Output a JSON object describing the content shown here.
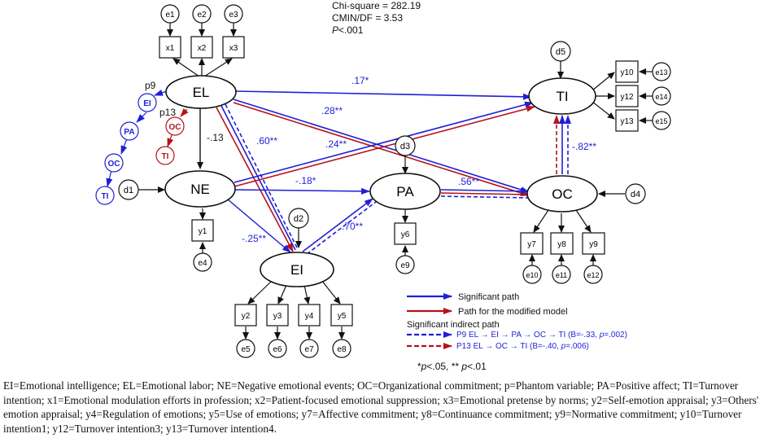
{
  "fit": {
    "chi_square": "Chi-square = 282.19",
    "cmin_df": "CMIN/DF = 3.53",
    "p": "<.001"
  },
  "latent": {
    "el": "EL",
    "ne": "NE",
    "ei": "EI",
    "pa": "PA",
    "oc": "OC",
    "ti": "TI"
  },
  "indicators": {
    "x1": "x1",
    "x2": "x2",
    "x3": "x3",
    "y1": "y1",
    "y2": "y2",
    "y3": "y3",
    "y4": "y4",
    "y5": "y5",
    "y6": "y6",
    "y7": "y7",
    "y8": "y8",
    "y9": "y9",
    "y10": "y10",
    "y12": "y12",
    "y13": "y13"
  },
  "errors": {
    "e1": "e1",
    "e2": "e2",
    "e3": "e3",
    "e4": "e4",
    "e5": "e5",
    "e6": "e6",
    "e7": "e7",
    "e8": "e8",
    "e9": "e9",
    "e10": "e10",
    "e11": "e11",
    "e12": "e12",
    "e13": "e13",
    "e14": "e14",
    "e15": "e15"
  },
  "disturbances": {
    "d1": "d1",
    "d2": "d2",
    "d3": "d3",
    "d4": "d4",
    "d5": "d5"
  },
  "phantom": {
    "p9_label": "p9",
    "p9_nodes": [
      "EI",
      "PA",
      "OC",
      "TI"
    ],
    "p13_label": "p13",
    "p13_nodes": [
      "OC",
      "TI"
    ]
  },
  "coefficients": {
    "el_ti": ".17*",
    "el_oc": ".28**",
    "el_ne": "-.13",
    "el_ei": ".60**",
    "ne_ti": ".24**",
    "ne_pa": "-.18*",
    "ne_ei": "-.25**",
    "ei_pa": ".70**",
    "pa_oc": ".56**",
    "oc_ti": "-.82**"
  },
  "legend": {
    "significant": "Significant path",
    "modified": "Path for the modified model",
    "indirect_title": "Significant indirect path",
    "p9_prefix": "P9  EL → EI → PA → OC → TI (B=-.33, ",
    "p9_p": "p",
    "p9_suffix": "=.002)",
    "p13_prefix": "P13 EL → OC → TI (B=-.40, ",
    "p13_p": "p",
    "p13_suffix": "=.006)",
    "sig_a": "*",
    "sig_b": "p",
    "sig_c": "<.05, ** ",
    "sig_d": "p",
    "sig_e": "<.01"
  },
  "caption": "EI=Emotional intelligence; EL=Emotional labor; NE=Negative emotional events; OC=Organizational commitment; p=Phantom variable; PA=Positive affect; TI=Turnover intention;  x1=Emotional modulation efforts in profession; x2=Patient-focused emotional suppression; x3=Emotional pretense by norms; y2=Self-emotion appraisal; y3=Others' emotion appraisal; y4=Regulation of emotions; y5=Use of emotions; y7=Affective commitment; y8=Continuance commitment; y9=Normative commitment; y10=Turnover intention1; y12=Turnover intention3; y13=Turnover intention4.",
  "colors": {
    "blue": "#1f1fd6",
    "red": "#b5121b",
    "black": "#111111"
  }
}
